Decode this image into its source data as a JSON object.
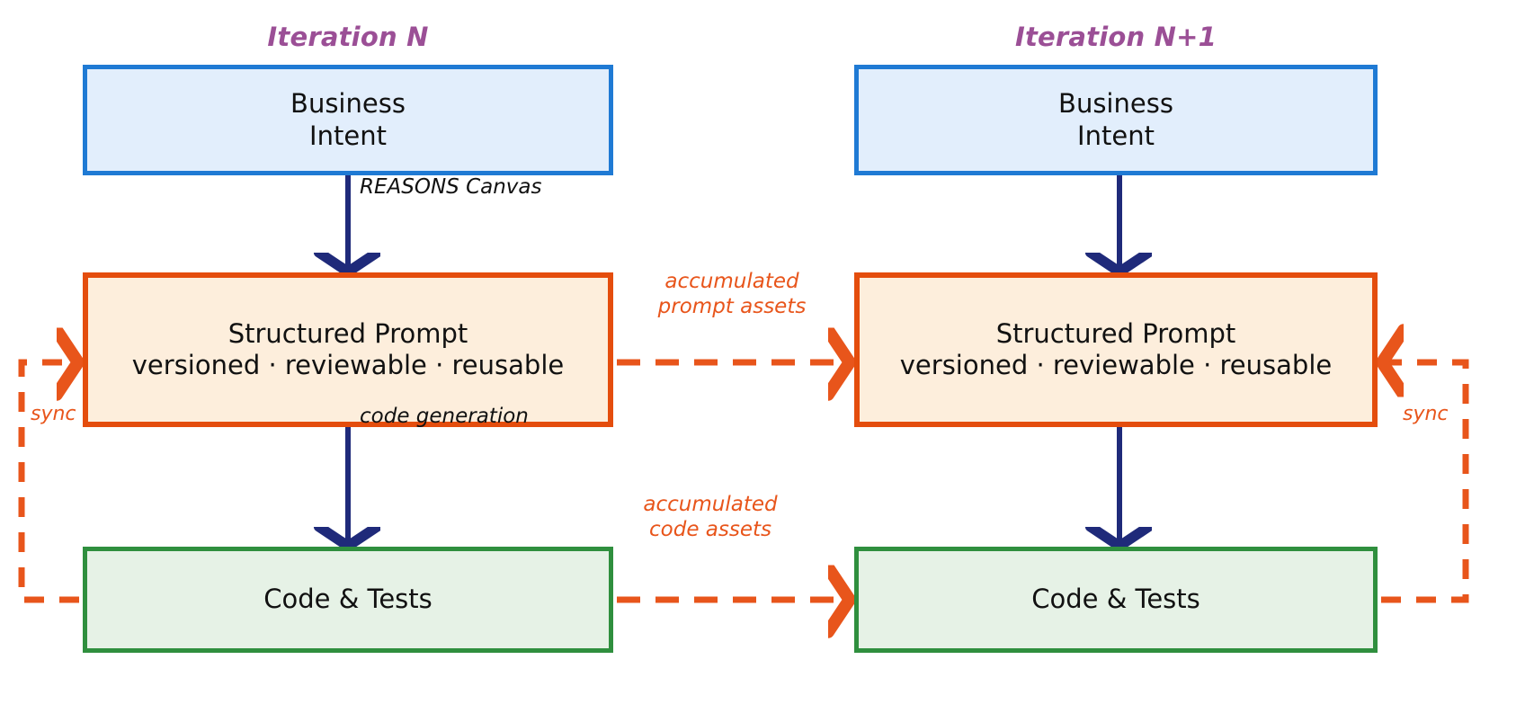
{
  "diagram": {
    "title_left": "Iteration N",
    "title_right": "Iteration N+1",
    "columns": [
      {
        "id": "iteration-n",
        "title": "Iteration N",
        "nodes": [
          {
            "id": "business-intent",
            "line1": "Business",
            "line2": "Intent",
            "fill": "#e2eefc",
            "stroke": "#1f7ad4"
          },
          {
            "id": "structured-prompt",
            "line1": "Structured Prompt",
            "line2": "versioned · reviewable · reusable",
            "fill": "#fdeedc",
            "stroke": "#e44d0d"
          },
          {
            "id": "code-tests",
            "line1": "Code & Tests",
            "line2": "",
            "fill": "#e6f2e6",
            "stroke": "#2f8f3e"
          }
        ]
      },
      {
        "id": "iteration-n-plus-1",
        "title": "Iteration N+1",
        "nodes": [
          {
            "id": "business-intent",
            "line1": "Business",
            "line2": "Intent",
            "fill": "#e2eefc",
            "stroke": "#1f7ad4"
          },
          {
            "id": "structured-prompt",
            "line1": "Structured Prompt",
            "line2": "versioned · reviewable · reusable",
            "fill": "#fdeedc",
            "stroke": "#e44d0d"
          },
          {
            "id": "code-tests",
            "line1": "Code & Tests",
            "line2": "",
            "fill": "#e6f2e6",
            "stroke": "#2f8f3e"
          }
        ]
      }
    ],
    "edges": {
      "reasons_canvas": "REASONS Canvas",
      "code_generation": "code generation",
      "accumulated_prompt_assets_l1": "accumulated",
      "accumulated_prompt_assets_l2": "prompt assets",
      "accumulated_code_assets_l1": "accumulated",
      "accumulated_code_assets_l2": "code assets",
      "sync_left": "sync",
      "sync_right": "sync"
    },
    "colors": {
      "title": "#9b4f96",
      "intent_stroke": "#1f7ad4",
      "intent_fill": "#e2eefc",
      "prompt_stroke": "#e44d0d",
      "prompt_fill": "#fdeedc",
      "code_stroke": "#2f8f3e",
      "code_fill": "#e6f2e6",
      "solid_arrow": "#1f2a7a",
      "dashed_arrow": "#e8551b",
      "text": "#111111",
      "background": "#ffffff"
    }
  }
}
